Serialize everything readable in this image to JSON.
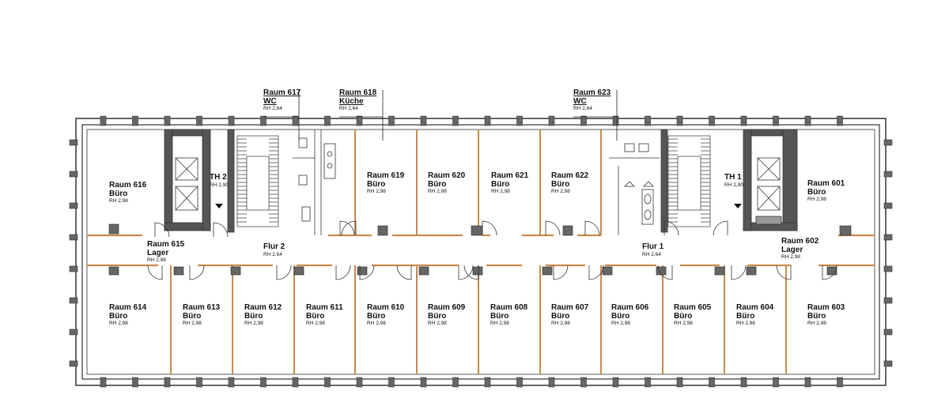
{
  "rooms": [
    {
      "id": "r601",
      "number": "Raum 601",
      "type": "Büro",
      "height": "RH 2,98"
    },
    {
      "id": "r602",
      "number": "Raum 602",
      "type": "Lager",
      "height": "RH 2,98"
    },
    {
      "id": "r603",
      "number": "Raum 603",
      "type": "Büro",
      "height": "RH 2,98"
    },
    {
      "id": "r604",
      "number": "Raum 604",
      "type": "Büro",
      "height": "RH 2,98"
    },
    {
      "id": "r605",
      "number": "Raum 605",
      "type": "Büro",
      "height": "RH 2,98"
    },
    {
      "id": "r606",
      "number": "Raum 606",
      "type": "Büro",
      "height": "RH 2,98"
    },
    {
      "id": "r607",
      "number": "Raum 607",
      "type": "Büro",
      "height": "RH 2,98"
    },
    {
      "id": "r608",
      "number": "Raum 608",
      "type": "Büro",
      "height": "RH 2,98"
    },
    {
      "id": "r609",
      "number": "Raum 609",
      "type": "Büro",
      "height": "RH 2,98"
    },
    {
      "id": "r610",
      "number": "Raum 610",
      "type": "Büro",
      "height": "RH 2,98"
    },
    {
      "id": "r611",
      "number": "Raum 611",
      "type": "Büro",
      "height": "RH 2,98"
    },
    {
      "id": "r612",
      "number": "Raum 612",
      "type": "Büro",
      "height": "RH 2,98"
    },
    {
      "id": "r613",
      "number": "Raum 613",
      "type": "Büro",
      "height": "RH 2,98"
    },
    {
      "id": "r614",
      "number": "Raum 614",
      "type": "Büro",
      "height": "RH 2,98"
    },
    {
      "id": "r615",
      "number": "Raum 615",
      "type": "Lager",
      "height": "RH 2,98"
    },
    {
      "id": "r616",
      "number": "Raum 616",
      "type": "Büro",
      "height": "RH 2,98"
    },
    {
      "id": "r617",
      "number": "Raum 617",
      "type": "WC",
      "height": "RH 2,64"
    },
    {
      "id": "r618",
      "number": "Raum 618",
      "type": "Küche",
      "height": "RH 2,64"
    },
    {
      "id": "r619",
      "number": "Raum 619",
      "type": "Büro",
      "height": "RH 2,98"
    },
    {
      "id": "r620",
      "number": "Raum 620",
      "type": "Büro",
      "height": "RH 2,98"
    },
    {
      "id": "r621",
      "number": "Raum 621",
      "type": "Büro",
      "height": "RH 2,98"
    },
    {
      "id": "r622",
      "number": "Raum 622",
      "type": "Büro",
      "height": "RH 2,98"
    },
    {
      "id": "r623",
      "number": "Raum 623",
      "type": "WC",
      "height": "RH 2,64"
    },
    {
      "id": "flur1",
      "number": "Flur 1",
      "type": "",
      "height": "RH 2,64"
    },
    {
      "id": "flur2",
      "number": "Flur 2",
      "type": "",
      "height": "RH 2,64"
    },
    {
      "id": "th1",
      "number": "TH 1",
      "type": "",
      "height": "RH 2,90"
    },
    {
      "id": "th2",
      "number": "TH 2",
      "type": "",
      "height": "RH 2,90"
    }
  ]
}
